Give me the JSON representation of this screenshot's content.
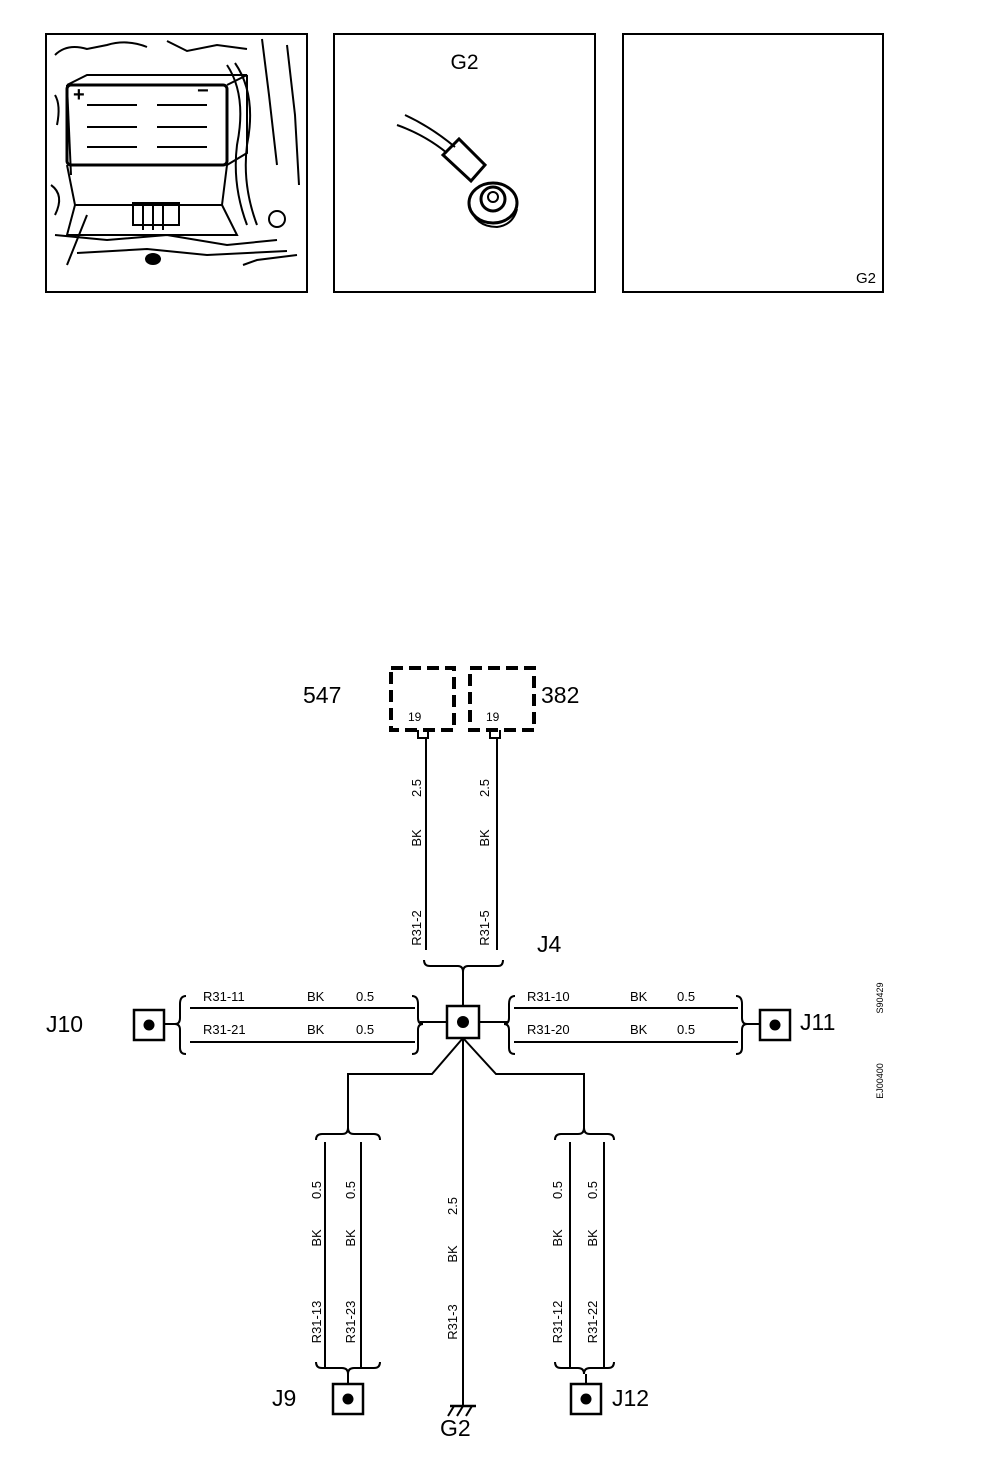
{
  "photo_panels": {
    "location_title": "G2",
    "closeup_label": "G2",
    "battery_plus": "+",
    "battery_minus": "−"
  },
  "schematic": {
    "modules": [
      {
        "id": "547",
        "pin": "19"
      },
      {
        "id": "382",
        "pin": "19"
      }
    ],
    "wires": {
      "w547": {
        "size": "2.5",
        "color": "BK",
        "circuit": "R31-2"
      },
      "w382": {
        "size": "2.5",
        "color": "BK",
        "circuit": "R31-5"
      },
      "j10_a": {
        "circuit": "R31-11",
        "color": "BK",
        "size": "0.5"
      },
      "j10_b": {
        "circuit": "R31-21",
        "color": "BK",
        "size": "0.5"
      },
      "j11_a": {
        "circuit": "R31-10",
        "color": "BK",
        "size": "0.5"
      },
      "j11_b": {
        "circuit": "R31-20",
        "color": "BK",
        "size": "0.5"
      },
      "j9_a": {
        "size": "0.5",
        "color": "BK",
        "circuit": "R31-13"
      },
      "j9_b": {
        "size": "0.5",
        "color": "BK",
        "circuit": "R31-23"
      },
      "g2": {
        "size": "2.5",
        "color": "BK",
        "circuit": "R31-3"
      },
      "j12_a": {
        "size": "0.5",
        "color": "BK",
        "circuit": "R31-12"
      },
      "j12_b": {
        "size": "0.5",
        "color": "BK",
        "circuit": "R31-22"
      }
    },
    "junctions": {
      "center": "J4",
      "left": "J10",
      "right": "J11",
      "bottom_left": "J9",
      "bottom_right": "J12"
    },
    "ground": "G2",
    "side_codes": [
      "S90429",
      "EJ00400"
    ]
  }
}
